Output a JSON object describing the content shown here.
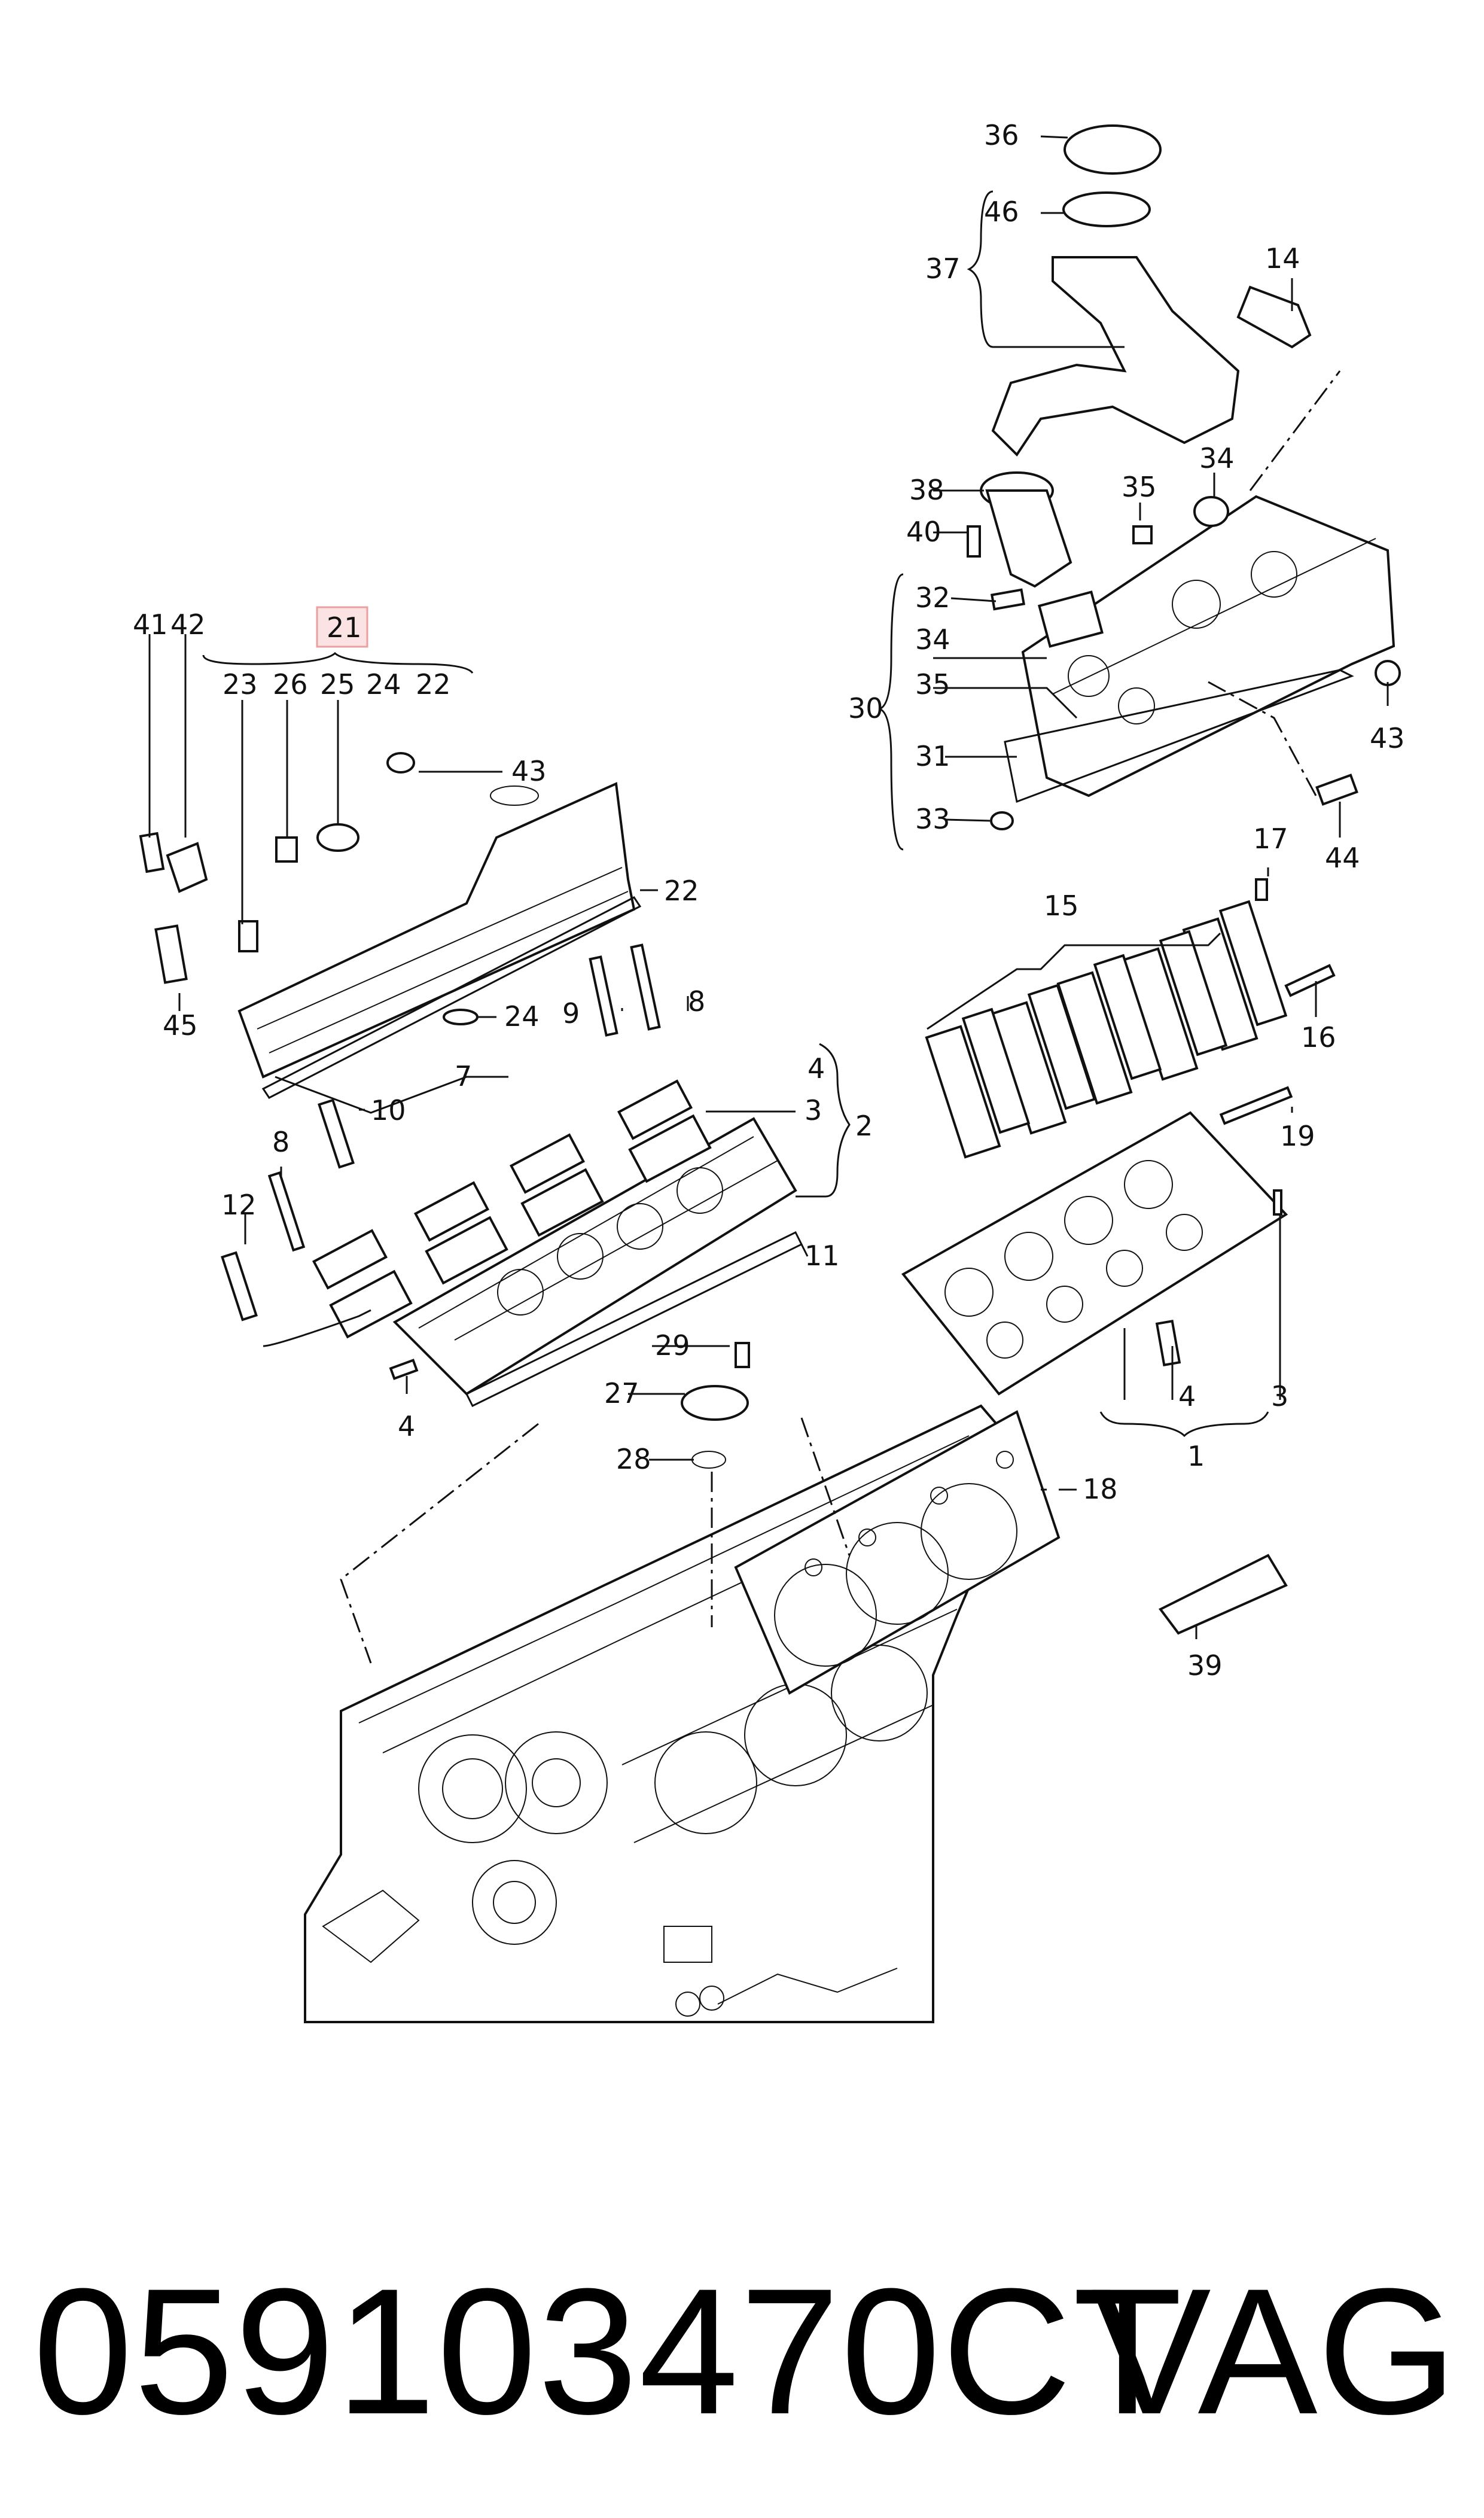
{
  "diagram": {
    "callouts": {
      "c1": "1",
      "c2": "2",
      "c3a": "3",
      "c3b": "3",
      "c4a": "4",
      "c4b": "4",
      "c4c": "4",
      "c7": "7",
      "c8a": "8",
      "c8b": "8",
      "c9": "9",
      "c10": "10",
      "c11": "11",
      "c12": "12",
      "c14": "14",
      "c15": "15",
      "c16": "16",
      "c17": "17",
      "c18": "18",
      "c19": "19",
      "c21": "21",
      "c22a": "22",
      "c22b": "22",
      "c23": "23",
      "c24a": "24",
      "c24b": "24",
      "c25": "25",
      "c26": "26",
      "c27": "27",
      "c28": "28",
      "c29": "29",
      "c30": "30",
      "c31": "31",
      "c32": "32",
      "c33": "33",
      "c34a": "34",
      "c34b": "34",
      "c35a": "35",
      "c35b": "35",
      "c36": "36",
      "c37": "37",
      "c38": "38",
      "c39": "39",
      "c40": "40",
      "c41": "41",
      "c42": "42",
      "c43a": "43",
      "c43b": "43",
      "c44": "44",
      "c45": "45",
      "c46": "46"
    },
    "highlight_color": "#e8a0a0",
    "highlight_fill": "#fbe3e3"
  },
  "footer": {
    "part_number": "059103470CT",
    "brand": "VAG"
  }
}
